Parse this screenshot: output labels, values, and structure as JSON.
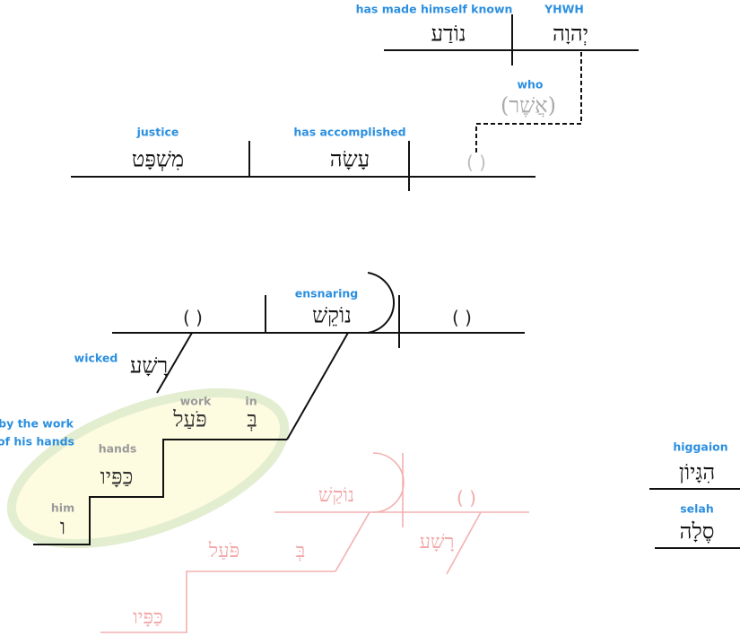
{
  "clause1": {
    "verb_gloss": "has made himself known",
    "verb": "נוֹדַע",
    "subject_gloss": "YHWH",
    "subject": "יְהוָה",
    "relative_gloss": "who",
    "relative": "(אֲשֶׁר)"
  },
  "clause2": {
    "object_gloss": "justice",
    "object": "מִשְׁפָּט",
    "verb_gloss": "has accomplished",
    "verb": "עָשָׂה",
    "subject_placeholder": "( )"
  },
  "clause3": {
    "placeholder_left": "( )",
    "verb_gloss": "ensnaring",
    "verb": "נוֹקֵשׁ",
    "placeholder_right": "( )",
    "modifier_gloss": "wicked",
    "modifier": "רָשָׁע",
    "phrase_gloss_line1": "by the work",
    "phrase_gloss_line2": "of his hands",
    "prep_gloss": "in",
    "prep": "בְּ",
    "noun1_gloss": "work",
    "noun1": "פֹּעַל",
    "noun2_gloss": "hands",
    "noun2": "כַּפָּיו",
    "suffix_gloss": "him",
    "suffix": "ו"
  },
  "ghost": {
    "verb": "נוֹקַשׁ",
    "placeholder": "( )",
    "modifier": "רָשָׁע",
    "prep": "בְּ",
    "noun1": "פֹּעַל",
    "noun2": "כַּפָּיו"
  },
  "interjections": {
    "higgaion_gloss": "higgaion",
    "higgaion": "הִגָּיוֹן",
    "selah_gloss": "selah",
    "selah": "סֶלָה"
  },
  "colors": {
    "gloss": "#2b8fe0",
    "ghost": "#f2a8a8",
    "highlight_fill": "#fdfbe0",
    "highlight_stroke": "#e3edd0"
  }
}
